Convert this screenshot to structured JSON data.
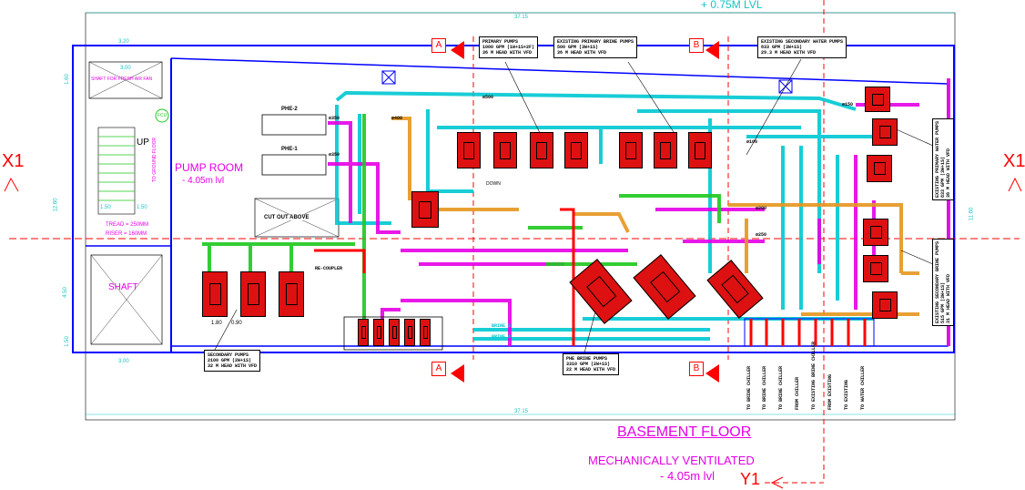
{
  "level_top": "+ 0.75M LVL",
  "dimensions": {
    "overall_top": "37.15",
    "overall_bottom": "37.15",
    "stair_width": "3.20",
    "stair_inner": "3.00",
    "stair_bottom": "3.00",
    "left_height": "12.60",
    "right_height": "11.60",
    "seg_1": "1.60",
    "seg_2": "1.50",
    "seg_3": "4.50",
    "seg_4": "1.50",
    "seg_5": "1.50",
    "pump_dim_a": "1.80",
    "pump_dim_b": "0.90"
  },
  "rooms": {
    "shaft_top": "SHAFT FOR FRESH AIR FAN",
    "stair_up": "UP",
    "stair_note": "TO GROUND FLOOR",
    "tread": "TREAD = 250MM",
    "riser": "RISER = 160MM",
    "shaft": "SHAFT",
    "pump_room": "PUMP ROOM",
    "pump_room_lvl": "- 4.05m lvl",
    "cutout": "CUT OUT ABOVE",
    "fcu": "FCU"
  },
  "equipment": {
    "phe2": "PHE-2",
    "phe1": "PHE-1",
    "down": "DOWN",
    "primary_pumps": "PRIMARY PUMPS\n1000 GPM  (1W+1S+2F)\n36 M HEAD WITH VFD",
    "existing_primary_brine": "EXISTING PRIMARY BRINE PUMPS\n500 GPM (3W+1S)\n36 M HEAD WITH VFD",
    "existing_secondary_water": "EXISTING SECONDARY WATER PUMPS\n833 GPM (3W+1S)\n29.3 M HEAD WITH VFD",
    "secondary_pumps": "SECONDARY PUMPS\n2100 GPM  (2W+1S)\n32 M HEAD WITH VFD",
    "phe_brine_pumps": "PHE BRINE PUMPS\n3310 GPM (2W+1S)\n22 M HEAD WITH VFD",
    "existing_primary_water_vert": "EXISTING PRIMARY WATER PUMPS\n833 GPM (3W+1S)\n36 M HEAD WITH VFD",
    "existing_secondary_brine_vert": "EXISTING SECONDARY BRINE PUMPS\n515 GPM (3W+1S)\n31 M HEAD WITH VFD"
  },
  "pipes": {
    "p350a": "ø350",
    "p350b": "ø350",
    "p400": "ø400",
    "p500": "ø500",
    "p200": "ø200",
    "p250": "ø250",
    "p150": "ø150",
    "p100": "ø100",
    "brine_s": "BRINE S",
    "brine_r": "BRINE R",
    "couplet": "RE-COUPLER"
  },
  "headers": {
    "h1": "TO BRINE CHILLER",
    "h2": "TO BRINE CHILLER",
    "h3": "TO BRINE CHILLER",
    "h4": "FROM CHILLER",
    "h5": "TO EXISTING BRINE CHILLER",
    "h6": "FROM EXISTING",
    "h7": "TO EXISTING",
    "h8": "TO WATER CHILLER"
  },
  "sections": {
    "x1_left": "X1",
    "x1_right": "X1",
    "y1": "Y1",
    "a_top": "A",
    "a_bottom": "A",
    "b_top": "B",
    "b_bottom": "B"
  },
  "title": {
    "floor": "BASEMENT FLOOR",
    "ventilation": "MECHANICALLY VENTILATED",
    "level": "- 4.05m lvl"
  },
  "colors": {
    "wall": "#0000ff",
    "chw_cyan": "#00c8d2",
    "brine_magenta": "#e600e6",
    "green": "#1ec81e",
    "orange": "#e6961e",
    "red": "#ff0000",
    "pump_red": "#dd1111"
  }
}
